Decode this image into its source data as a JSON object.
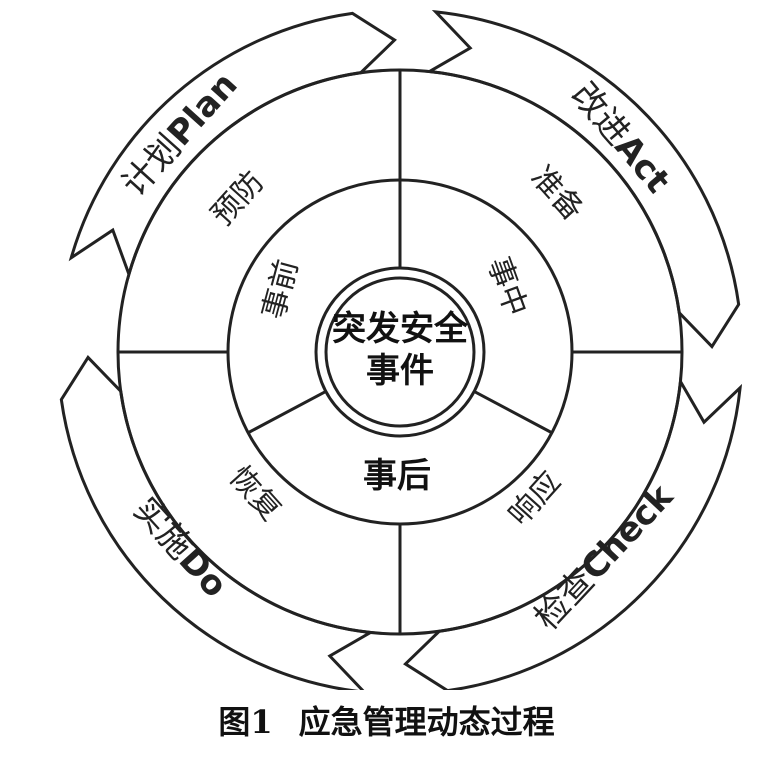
{
  "diagram": {
    "center": {
      "line1": "突发安全",
      "line2": "事件"
    },
    "inner_ring": {
      "before": "事前",
      "during": "事中",
      "after": "事后"
    },
    "middle_ring": {
      "prevent": "预防",
      "prepare": "准备",
      "respond": "响应",
      "recover": "恢复"
    },
    "outer_ring": {
      "plan": {
        "cn": "计划",
        "en": "Plan"
      },
      "act": {
        "cn": "改进",
        "en": "Act"
      },
      "check": {
        "cn": "检查",
        "en": "Check"
      },
      "do": {
        "cn": "实施",
        "en": "Do"
      }
    }
  },
  "caption": {
    "fig_num": "图1",
    "title": "应急管理动态过程"
  }
}
